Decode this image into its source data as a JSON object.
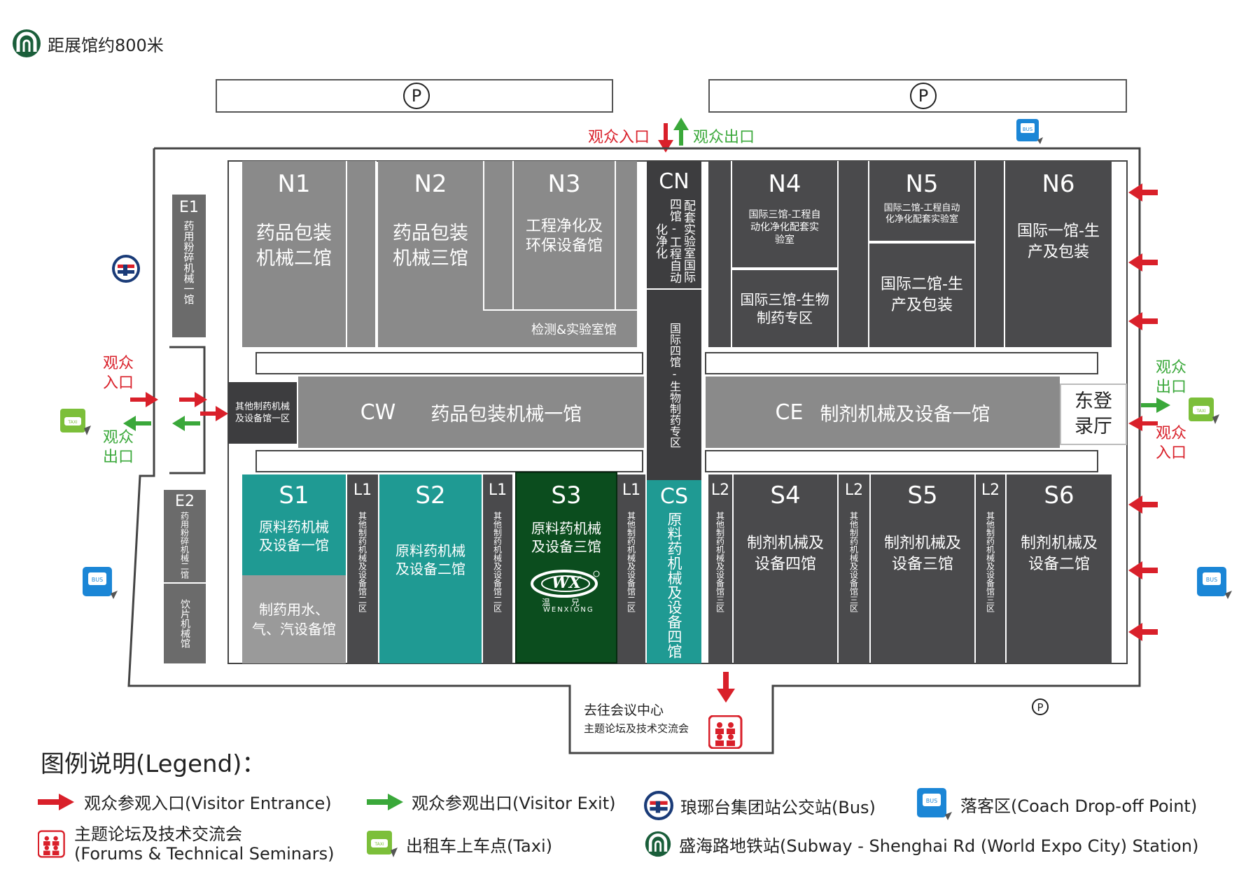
{
  "subway_note": "距展馆约800米",
  "parking_label": "P",
  "top": {
    "entrance": "观众入口",
    "exit": "观众出口"
  },
  "west": {
    "entrance": "观众入口",
    "exit": "观众出口"
  },
  "east": {
    "entrance": "观众入口",
    "exit": "观众出口",
    "registration": "东登录厅"
  },
  "halls": {
    "E1": {
      "code": "E1",
      "name": "药用粉碎机械一馆"
    },
    "E2": {
      "code": "E2",
      "name": "药用粉碎机械二馆",
      "sub": "饮片机械馆"
    },
    "N1": {
      "code": "N1",
      "name": "药品包装机械二馆"
    },
    "N2": {
      "code": "N2",
      "name": "药品包装机械三馆"
    },
    "N3": {
      "code": "N3",
      "name": "工程净化及环保设备馆",
      "sub": "检测&实验室馆"
    },
    "CN": {
      "code": "CN",
      "name": "配套实验室国际四馆-工程自动化净化",
      "sub": "国际四馆-生物制药专区"
    },
    "N4": {
      "code": "N4",
      "name": "国际三馆-工程自动化净化配套实验室",
      "sub": "国际三馆-生物制药专区"
    },
    "N5": {
      "code": "N5",
      "name": "国际二馆-工程自动化净化配套实验室",
      "sub": "国际二馆-生产及包装"
    },
    "N6": {
      "code": "N6",
      "name": "国际一馆-生产及包装"
    },
    "CW": {
      "code": "CW",
      "name": "药品包装机械一馆",
      "sub": "其他制药机械及设备馆一区"
    },
    "CE": {
      "code": "CE",
      "name": "制剂机械及设备一馆"
    },
    "S1": {
      "code": "S1",
      "name": "原料药机械及设备一馆",
      "sub": "制药用水、气、汽设备馆"
    },
    "S2": {
      "code": "S2",
      "name": "原料药机械及设备二馆"
    },
    "S3": {
      "code": "S3",
      "name": "原料药机械及设备三馆",
      "logo_text": "WX",
      "logo_sub": "温兄",
      "logo_en": "WENXIONG"
    },
    "CS": {
      "code": "CS",
      "name": "原料药机械及设备四馆"
    },
    "S4": {
      "code": "S4",
      "name": "制剂机械及设备四馆"
    },
    "S5": {
      "code": "S5",
      "name": "制剂机械及设备三馆"
    },
    "S6": {
      "code": "S6",
      "name": "制剂机械及设备二馆"
    },
    "L1": {
      "code": "L1",
      "name": "其他制药机械及设备馆二区"
    },
    "L2": {
      "code": "L2",
      "name": "其他制药机械及设备馆三区"
    }
  },
  "conference": {
    "title": "去往会议中心",
    "subtitle": "主题论坛及技术交流会"
  },
  "legend": {
    "title": "图例说明(Legend)：",
    "entrance": "观众参观入口(Visitor Entrance)",
    "exit": "观众参观出口(Visitor Exit)",
    "bus": "琅琊台集团站公交站(Bus)",
    "coach": "落客区(Coach Drop-off Point)",
    "forum_line1": "主题论坛及技术交流会",
    "forum_line2": "(Forums & Technical Seminars)",
    "taxi": "出租车上车点(Taxi)",
    "subway": "盛海路地铁站(Subway - Shenghai Rd (World Expo City) Station)"
  },
  "colors": {
    "hall_gray": "#8a8a8a",
    "hall_dark": "#4a4a4c",
    "teal": "#1f9a93",
    "dark_green": "#0b4d1e",
    "arrow_red": "#d9202a",
    "arrow_green": "#3aa83a",
    "bus_blue": "#1b86d6",
    "taxi_green": "#7cbf3a",
    "subway_green": "#1a5e3a"
  },
  "icons": [
    "subway-icon",
    "parking-icon",
    "bus-stop-icon",
    "coach-icon",
    "taxi-icon",
    "forum-icon",
    "arrow-red-icon",
    "arrow-green-icon"
  ]
}
